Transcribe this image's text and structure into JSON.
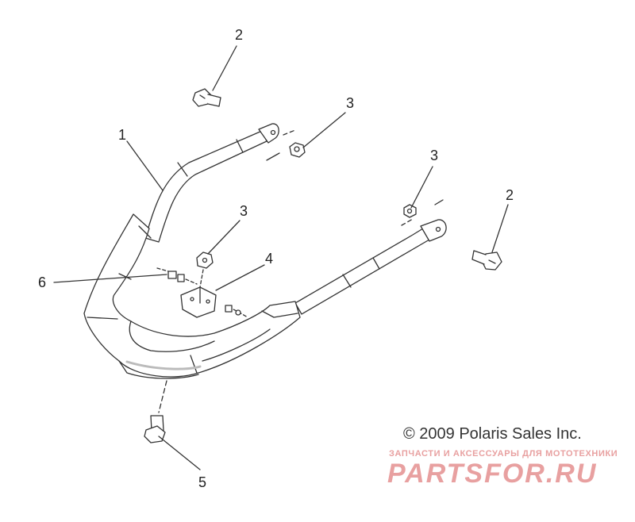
{
  "callouts": [
    {
      "id": "c1",
      "label": "1"
    },
    {
      "id": "c2a",
      "label": "2"
    },
    {
      "id": "c2b",
      "label": "2"
    },
    {
      "id": "c3a",
      "label": "3"
    },
    {
      "id": "c3b",
      "label": "3"
    },
    {
      "id": "c3c",
      "label": "3"
    },
    {
      "id": "c4",
      "label": "4"
    },
    {
      "id": "c5",
      "label": "5"
    },
    {
      "id": "c6",
      "label": "6"
    }
  ],
  "copyright": "© 2009 Polaris Sales Inc.",
  "watermark": {
    "subtitle": "ЗАПЧАСТИ И АКСЕССУАРЫ ДЛЯ МОТОТЕХНИКИ",
    "brand": "PARTSFOR.RU",
    "color": "#e8a0a0"
  },
  "colors": {
    "line": "#333333",
    "fill": "#ffffff",
    "shade": "#bbbbbb"
  }
}
